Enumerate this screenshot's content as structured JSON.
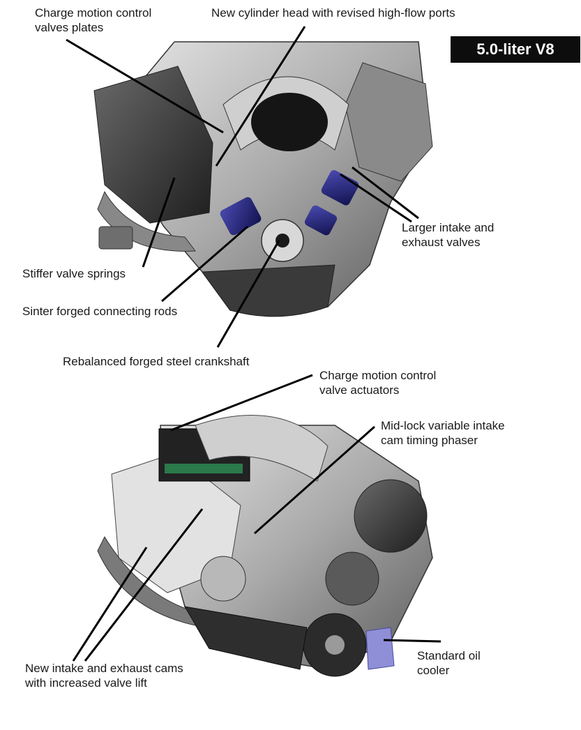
{
  "badge": "5.0-liter V8",
  "callouts": {
    "cmcv_plates": "Charge motion control\nvalves  plates",
    "cylinder_head": "New cylinder head with revised high-flow ports",
    "larger_valves": "Larger intake and\nexhaust valves",
    "valve_springs": "Stiffer valve springs",
    "connecting_rods": "Sinter forged connecting rods",
    "crankshaft": "Rebalanced forged steel crankshaft",
    "cmcv_actuators": "Charge motion control\nvalve actuators",
    "cam_phaser": "Mid-lock variable intake\ncam timing phaser",
    "oil_cooler": "Standard oil\ncooler",
    "cams": "New intake and exhaust cams\nwith increased valve lift"
  }
}
